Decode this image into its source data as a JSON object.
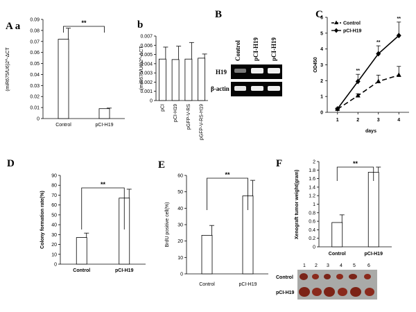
{
  "panels": {
    "Aa": "A a",
    "b": "b",
    "B": "B",
    "C": "C",
    "D": "D",
    "E": "E",
    "F": "F"
  },
  "gel": {
    "lanes": [
      "Control",
      "pCI-H19",
      "pCI-H19"
    ],
    "rows": [
      "H19",
      "β-actin"
    ]
  },
  "tumor_photo": {
    "numbers": [
      "1",
      "2",
      "3",
      "4",
      "5",
      "6"
    ],
    "rows": [
      "Control",
      "pCI-H19"
    ]
  },
  "chart_data": [
    {
      "id": "Aa",
      "type": "bar",
      "categories": [
        "Control",
        "pCI-H19"
      ],
      "values": [
        0.072,
        0.009
      ],
      "errors": [
        0.01,
        0.0005
      ],
      "ylabel": "(miR675/U6)2^-ΔCT",
      "ylim": [
        0,
        0.09
      ],
      "yticks": [
        "0",
        "0.01",
        "0.02",
        "0.03",
        "0.04",
        "0.05",
        "0.06",
        "0.07",
        "0.08",
        "0.09"
      ],
      "significance": "**"
    },
    {
      "id": "b",
      "type": "bar",
      "categories": [
        "pCI",
        "pCI-H19",
        "pGFP-V-RS",
        "pGFP-V-RS-H19"
      ],
      "values": [
        0.0045,
        0.00445,
        0.0045,
        0.0046
      ],
      "errors": [
        0.0013,
        0.00145,
        0.0018,
        0.00045
      ],
      "ylabel": "(miR675/U6)2^-ΔCT",
      "ylim": [
        0,
        0.007
      ],
      "yticks": [
        "0",
        "0.001",
        "0.002",
        "0.003",
        "0.004",
        "0.005",
        "0.006",
        "0.007"
      ]
    },
    {
      "id": "C",
      "type": "line",
      "x": [
        1,
        2,
        3,
        4
      ],
      "series": [
        {
          "name": "Control",
          "values": [
            0.2,
            1.05,
            1.95,
            2.35
          ],
          "errors": [
            0.05,
            0.12,
            0.4,
            0.55
          ]
        },
        {
          "name": "pCI-H19",
          "values": [
            0.22,
            1.95,
            3.7,
            4.85
          ],
          "errors": [
            0.05,
            0.45,
            0.5,
            0.85
          ]
        }
      ],
      "significance": [
        "",
        "**",
        "**",
        "**"
      ],
      "xlabel": "days",
      "ylabel": "OD450",
      "ylim": [
        0,
        6
      ],
      "yticks": [
        "0",
        "1",
        "2",
        "3",
        "4",
        "5",
        "6"
      ],
      "legend": "top-left"
    },
    {
      "id": "D",
      "type": "bar",
      "categories": [
        "Control",
        "pCI-H19"
      ],
      "values": [
        27,
        67
      ],
      "errors": [
        4.5,
        9
      ],
      "ylabel": "Colony formation rate(%)",
      "ylim": [
        0,
        90
      ],
      "yticks": [
        "0",
        "10",
        "20",
        "30",
        "40",
        "50",
        "60",
        "70",
        "80",
        "90"
      ],
      "significance": "**"
    },
    {
      "id": "E",
      "type": "bar",
      "categories": [
        "Control",
        "pCI-H19"
      ],
      "values": [
        23.5,
        47.5
      ],
      "errors": [
        6,
        9.5
      ],
      "ylabel": "BrdU positive cell(%)",
      "ylim": [
        0,
        60
      ],
      "yticks": [
        "0",
        "10",
        "20",
        "30",
        "40",
        "50",
        "60"
      ],
      "significance": "**"
    },
    {
      "id": "F",
      "type": "bar",
      "categories": [
        "Control",
        "pCI-H19"
      ],
      "values": [
        0.57,
        1.75
      ],
      "errors": [
        0.18,
        0.12
      ],
      "ylabel": "Xenograft tumor weight(gram)",
      "ylim": [
        0,
        2
      ],
      "yticks": [
        "0",
        "0.2",
        "0.4",
        "0.6",
        "0.8",
        "1",
        "1.2",
        "1.4",
        "1.6",
        "1.8",
        "2"
      ],
      "significance": "**"
    }
  ]
}
